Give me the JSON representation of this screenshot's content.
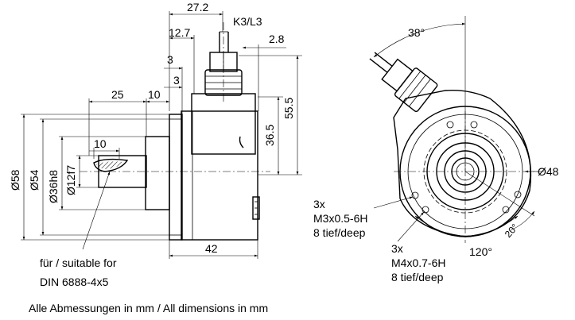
{
  "dimensions": {
    "d27_2": "27.2",
    "cable": "K3/L3",
    "d12_7": "12.7",
    "d2_8": "2.8",
    "d3a": "3",
    "d3b": "3",
    "d25": "25",
    "d10_top": "10",
    "d10_key": "10",
    "d55_5": "55.5",
    "d36_5": "36.5",
    "d42": "42",
    "dia58": "Ø58",
    "dia54": "Ø54",
    "dia36h8": "Ø36h8",
    "dia12f7": "Ø12f7",
    "angle38": "38°",
    "dia48": "Ø48",
    "angle120": "120°",
    "angle20": "20°"
  },
  "notes": {
    "key_line1": "für / suitable for",
    "key_line2": "DIN 6888-4x5",
    "hole_a_count": "3x",
    "hole_a_thread": "M3x0.5-6H",
    "hole_a_depth": "8 tief/deep",
    "hole_b_count": "3x",
    "hole_b_thread": "M4x0.7-6H",
    "hole_b_depth": "8 tief/deep"
  },
  "footer": "Alle Abmessungen in mm / All dimensions in mm"
}
